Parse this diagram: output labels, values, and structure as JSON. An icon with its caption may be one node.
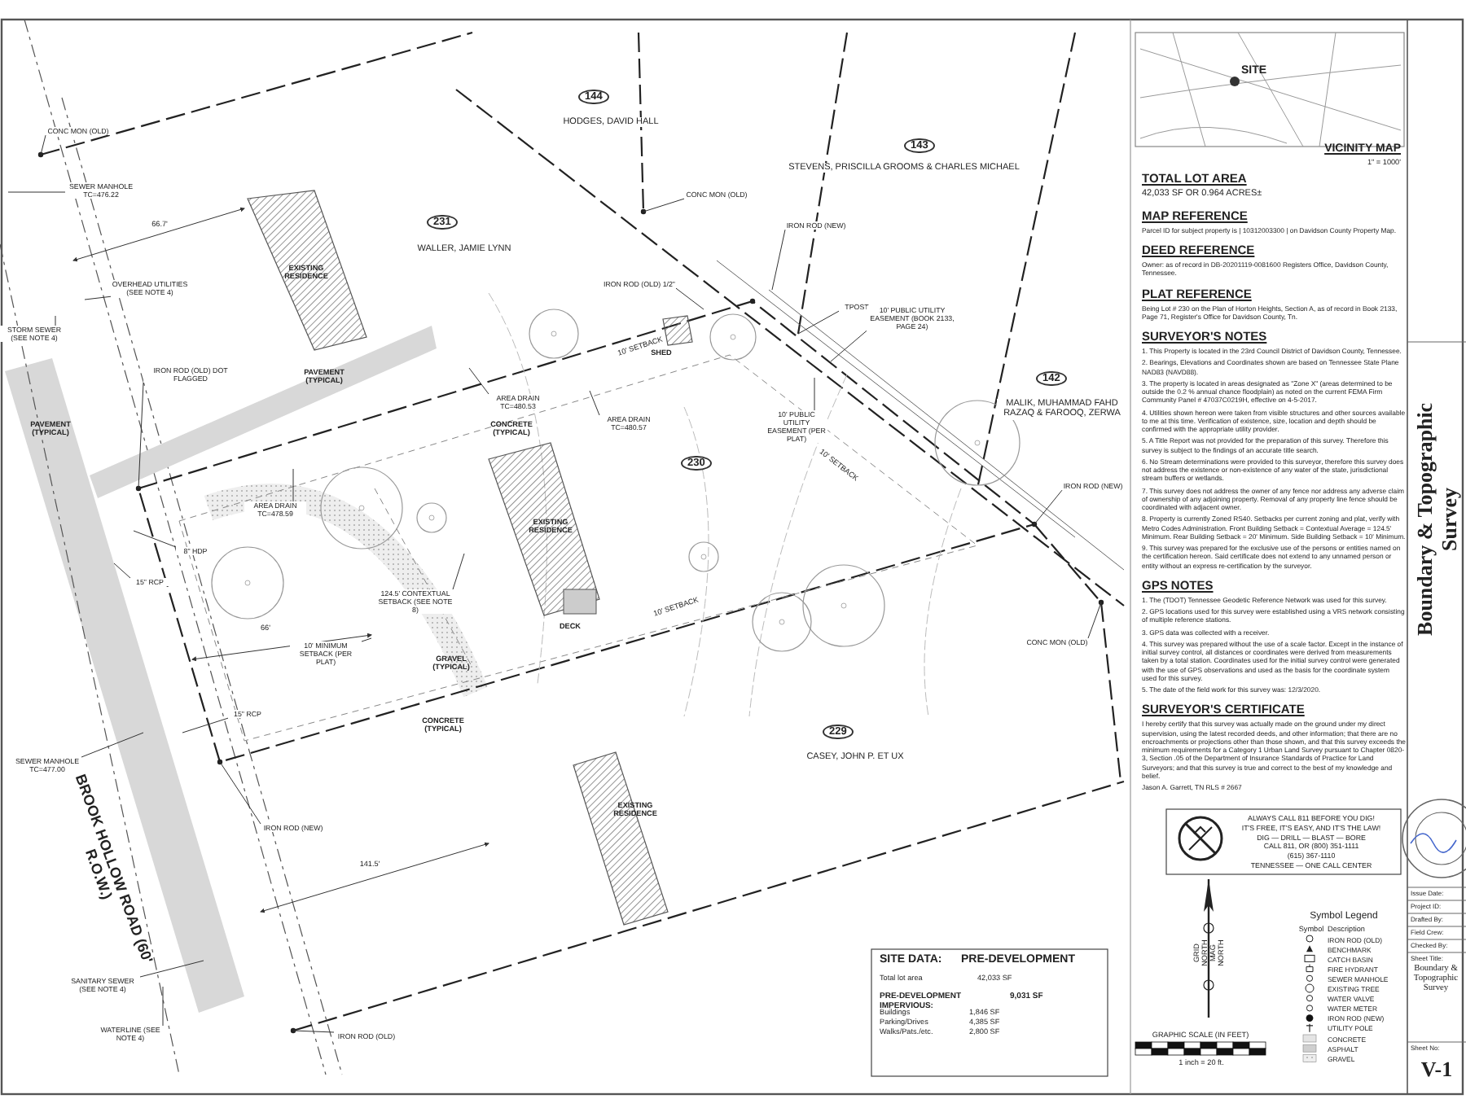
{
  "diagram": {
    "nodes": [
      {
        "text": [
          "CONC MON (OLD)"
        ]
      },
      {
        "text": [
          "SEWER MANHOLE TC=476.22"
        ]
      },
      {
        "text": [
          "OVERHEAD UTILITIES (SEE NOTE 4)"
        ]
      },
      {
        "text": [
          "STORM SEWER (SEE NOTE 4)"
        ]
      },
      {
        "text": [
          "IRON ROD (OLD) DOT FLAGGED"
        ]
      },
      {
        "text": [
          "AREA DRAIN TC=478.59"
        ]
      },
      {
        "text": [
          "8\" HDP"
        ]
      },
      {
        "text": [
          "15\" RCP"
        ]
      },
      {
        "text": [
          "15\" RCP"
        ]
      },
      {
        "text": [
          "SEWER MANHOLE TC=477.00"
        ]
      },
      {
        "text": [
          "IRON ROD (NEW)"
        ]
      },
      {
        "text": [
          "SANITARY SEWER (SEE NOTE 4)"
        ]
      },
      {
        "text": [
          "WATERLINE (SEE NOTE 4)"
        ]
      },
      {
        "text": [
          "IRON ROD (OLD)"
        ]
      },
      {
        "text": [
          "124.5' CONTEXTUAL SETBACK (SEE NOTE 8)"
        ]
      },
      {
        "text": [
          "10' MINIMUM SETBACK (PER PLAT)"
        ]
      },
      {
        "text": [
          "CONC MON (OLD)"
        ]
      },
      {
        "text": [
          "IRON ROD (NEW)"
        ]
      },
      {
        "text": [
          "IRON ROD (OLD) 1/2\""
        ]
      },
      {
        "text": [
          "TPOST"
        ]
      },
      {
        "text": [
          "10' PUBLIC UTILITY EASEMENT (BOOK 2133, PAGE 24)"
        ]
      },
      {
        "text": [
          "10' PUBLIC UTILITY EASEMENT (PER PLAT)"
        ]
      },
      {
        "text": [
          "AREA DRAIN TC=480.57"
        ]
      },
      {
        "text": [
          "AREA DRAIN TC=480.53"
        ]
      },
      {
        "text": [
          "IRON ROD (NEW)"
        ]
      },
      {
        "text": [
          "CONC MON (OLD)"
        ]
      }
    ],
    "edges": [
      {
        "from": 0,
        "to": null,
        "arrow": "none"
      },
      {
        "from": 1,
        "to": null,
        "arrow": "none"
      },
      {
        "from": 2,
        "to": null,
        "arrow": "none"
      },
      {
        "from": 3,
        "to": null,
        "arrow": "none"
      },
      {
        "from": 4,
        "to": null,
        "arrow": "none"
      },
      {
        "from": 5,
        "to": null,
        "arrow": "none"
      },
      {
        "from": 6,
        "to": null,
        "arrow": "none"
      },
      {
        "from": 7,
        "to": null,
        "arrow": "none"
      },
      {
        "from": 8,
        "to": null,
        "arrow": "none"
      },
      {
        "from": 9,
        "to": null,
        "arrow": "none"
      },
      {
        "from": 10,
        "to": null,
        "arrow": "none"
      },
      {
        "from": 11,
        "to": null,
        "arrow": "none"
      },
      {
        "from": 12,
        "to": null,
        "arrow": "none"
      },
      {
        "from": 13,
        "to": null,
        "arrow": "none"
      },
      {
        "from": 14,
        "to": null,
        "arrow": "none"
      },
      {
        "from": 15,
        "to": null,
        "arrow": "none"
      },
      {
        "from": 16,
        "to": null,
        "arrow": "none"
      },
      {
        "from": 17,
        "to": null,
        "arrow": "none"
      },
      {
        "from": 18,
        "to": null,
        "arrow": "none"
      },
      {
        "from": 19,
        "to": null,
        "arrow": "none"
      },
      {
        "from": 20,
        "to": null,
        "arrow": "none"
      },
      {
        "from": 21,
        "to": null,
        "arrow": "none"
      },
      {
        "from": 22,
        "to": null,
        "arrow": "none"
      },
      {
        "from": 23,
        "to": null,
        "arrow": "none"
      },
      {
        "from": 24,
        "to": null,
        "arrow": "none"
      },
      {
        "from": 25,
        "to": null,
        "arrow": "none"
      }
    ],
    "labels": [
      "144",
      "HODGES, DAVID HALL",
      "143",
      "STEVENS, PRISCILLA GROOMS & CHARLES MICHAEL",
      "231",
      "WALLER, JAMIE LYNN",
      "142",
      "MALIK, MUHAMMAD FAHD RAZAQ & FAROOQ, ZERWA",
      "230",
      "229",
      "CASEY, JOHN P. ET UX",
      "EXISTING RESIDENCE",
      "EXISTING RESIDENCE",
      "EXISTING RESIDENCE",
      "PAVEMENT (TYPICAL)",
      "PAVEMENT (TYPICAL)",
      "CONCRETE (TYPICAL)",
      "CONCRETE (TYPICAL)",
      "GRAVEL (TYPICAL)",
      "SHED",
      "DECK",
      "10' SETBACK",
      "10' SETBACK",
      "10' SETBACK",
      "BROOK HOLLOW ROAD (60' R.O.W.)",
      "66.7'",
      "141.5'",
      "66'",
      "VICINITY MAP",
      "1\" = 1000'",
      "SITE",
      "TOTAL LOT AREA",
      "42,033 SF OR 0.964 ACRES±",
      "MAP REFERENCE",
      "Parcel ID for subject property is | 10312003300 | on Davidson County Property Map.",
      "DEED REFERENCE",
      "Owner: as of record in DB-20201119-0081600 Registers Office, Davidson County, Tennessee.",
      "PLAT REFERENCE",
      "Being Lot # 230 on the Plan of Horton Heights, Section A, as of record in Book 2133, Page 71, Register's Office for Davidson County, Tn.",
      "SURVEYOR'S NOTES",
      "1. This Property is located in the 23rd Council District of Davidson County, Tennessee.",
      "2. Bearings, Elevations and Coordinates shown are based on Tennessee State Plane NAD83 (NAVD88).",
      "3. The property is located in areas designated as \"Zone X\" (areas determined to be outside the 0.2 % annual chance floodplain) as noted on the current FEMA Firm Community Panel # 47037C0219H, effective on 4-5-2017.",
      "4. Utilities shown hereon were taken from visible structures and other sources available to me at this time. Verification of existence, size, location and depth should be confirmed with the appropriate utility provider.",
      "5. A Title Report was not provided for the preparation of this survey. Therefore this survey is subject to the findings of an accurate title search.",
      "6. No Stream determinations were provided to this surveyor, therefore this survey does not address the existence or non-existence of any water of the state, jurisdictional stream buffers or wetlands.",
      "7. This survey does not address the owner of any fence nor address any adverse claim of ownership of any adjoining property. Removal of any property line fence should be coordinated with adjacent owner.",
      "8. Property is currently Zoned RS40. Setbacks per current zoning and plat, verify with Metro Codes Administration. Front Building Setback = Contextual Average = 124.5' Minimum. Rear Building Setback = 20' Minimum. Side Building Setback = 10' Minimum.",
      "9. This survey was prepared for the exclusive use of the persons or entities named on the certification hereon. Said certificate does not extend to any unnamed person or entity without an express re-certification by the surveyor.",
      "GPS NOTES",
      "1. The (TDOT) Tennessee Geodetic Reference Network was used for this survey.",
      "2. GPS locations used for this survey were established using a VRS network consisting of multiple reference stations.",
      "3. GPS data was collected with a receiver.",
      "4. This survey was prepared without the use of a scale factor. Except in the instance of initial survey control, all distances or coordinates were derived from measurements taken by a total station. Coordinates used for the initial survey control were generated with the use of GPS observations and used as the basis for the coordinate system used for this survey.",
      "5. The date of the field work for this survey was: 12/3/2020.",
      "SURVEYOR'S CERTIFICATE",
      "I hereby certify that this survey was actually made on the ground under my direct supervision, using the latest recorded deeds, and other information; that there are no encroachments or projections other than those shown, and that this survey exceeds the minimum requirements for a Category 1 Urban Land Survey pursuant to Chapter 0820-3, Section .05 of the Department of Insurance Standards of Practice for Land Surveyors; and that this survey is true and correct to the best of my knowledge and belief.",
      "Jason A. Garrett, TN RLS # 2667",
      "SITE DATA:",
      "PRE-DEVELOPMENT",
      "Total lot area",
      "42,033 SF",
      "PRE-DEVELOPMENT IMPERVIOUS:",
      "9,031 SF",
      "Buildings",
      "1,846 SF",
      "Parking/Drives",
      "4,385 SF",
      "Walks/Pats./etc.",
      "2,800 SF",
      "ALWAYS CALL 811 BEFORE YOU DIG!",
      "IT'S FREE, IT'S EASY, AND IT'S THE LAW!",
      "DIG — DRILL — BLAST — BORE",
      "CALL 811, OR (800) 351-1111",
      "(615) 367-1110",
      "TENNESSEE — ONE CALL CENTER",
      "GRID NORTH",
      "MAG NORTH",
      "GRAPHIC SCALE (IN FEET)",
      "1 inch = 20 ft.",
      "Symbol Legend",
      "Symbol",
      "Description",
      "Issue Date:",
      "Project ID:",
      "Drafted By:",
      "Field Crew:",
      "Checked By:",
      "Sheet Title:",
      "Boundary & Topographic Survey",
      "Sheet No:",
      "V-1",
      "Boundary & Topographic Survey"
    ],
    "legend": [
      {
        "text": "IRON ROD (OLD)"
      },
      {
        "text": "BENCHMARK"
      },
      {
        "text": "CATCH BASIN"
      },
      {
        "text": "FIRE HYDRANT"
      },
      {
        "text": "SEWER MANHOLE"
      },
      {
        "text": "EXISTING TREE"
      },
      {
        "text": "WATER VALVE"
      },
      {
        "text": "WATER METER"
      },
      {
        "text": "IRON ROD (NEW)"
      },
      {
        "text": "UTILITY POLE"
      },
      {
        "text": "CONCRETE"
      },
      {
        "text": "ASPHALT"
      },
      {
        "text": "GRAVEL"
      }
    ]
  }
}
